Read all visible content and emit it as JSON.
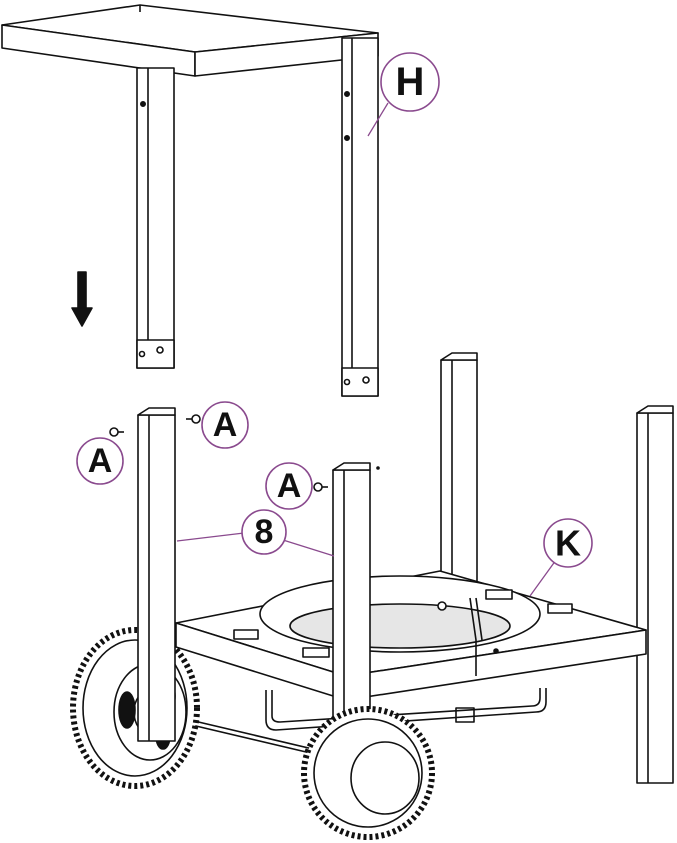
{
  "callouts": {
    "H": "H",
    "A1": "A",
    "A2": "A",
    "A3": "A",
    "eight": "8",
    "K": "K"
  },
  "colors": {
    "line": "#111111",
    "callout_ring": "#8a4a8e",
    "leader": "#8a4a8e",
    "fill": "#ffffff",
    "shade": "#e6e6e6"
  },
  "icons": {
    "direction": "arrow-down-icon",
    "fastener": "bolt-icon"
  }
}
